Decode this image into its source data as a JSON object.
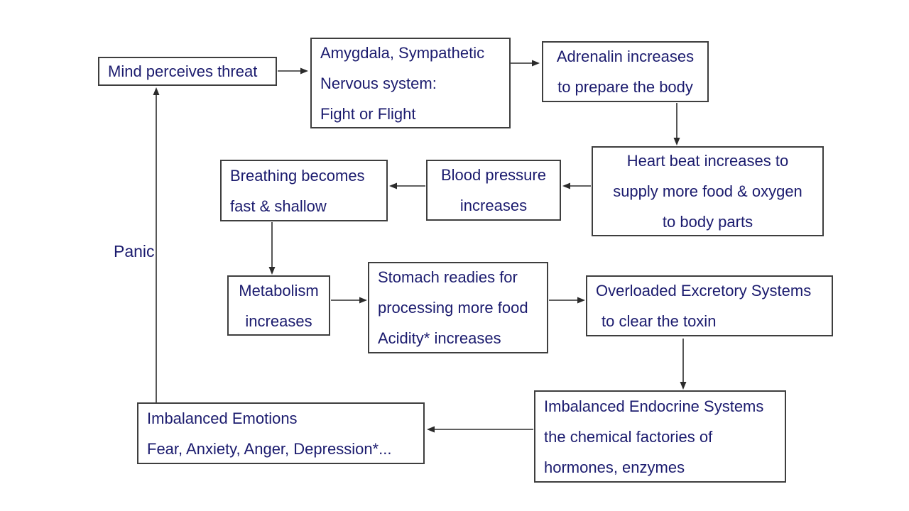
{
  "colors": {
    "text": "#1b1b6e",
    "box_border": "#3e3e3e",
    "arrow": "#2b2b2b",
    "background": "#ffffff"
  },
  "nodes": {
    "mind": {
      "lines": [
        "Mind perceives threat"
      ]
    },
    "amygdala": {
      "lines": [
        "Amygdala, Sympathetic",
        "Nervous system:",
        "Fight or Flight"
      ]
    },
    "adrenalin": {
      "lines": [
        "Adrenalin increases",
        "to prepare the body"
      ]
    },
    "heart": {
      "lines": [
        "Heart beat increases to",
        "supply more food & oxygen",
        "to body parts"
      ]
    },
    "blood": {
      "lines": [
        "Blood pressure",
        "increases"
      ]
    },
    "breathing": {
      "lines": [
        "Breathing becomes",
        "fast & shallow"
      ]
    },
    "metabolism": {
      "lines": [
        "Metabolism",
        "increases"
      ]
    },
    "stomach": {
      "lines": [
        "Stomach readies for",
        "processing more food",
        "Acidity* increases"
      ]
    },
    "excretory": {
      "lines": [
        "Overloaded Excretory Systems",
        "to clear the toxin"
      ]
    },
    "endocrine": {
      "lines": [
        "Imbalanced Endocrine Systems",
        "the chemical factories of",
        "hormones, enzymes"
      ]
    },
    "emotions": {
      "lines": [
        "Imbalanced Emotions",
        "Fear, Anxiety, Anger, Depression*..."
      ]
    }
  },
  "labels": {
    "panic": "Panic"
  },
  "edges": [
    {
      "from": "mind",
      "to": "amygdala"
    },
    {
      "from": "amygdala",
      "to": "adrenalin"
    },
    {
      "from": "adrenalin",
      "to": "heart"
    },
    {
      "from": "heart",
      "to": "blood"
    },
    {
      "from": "blood",
      "to": "breathing"
    },
    {
      "from": "breathing",
      "to": "metabolism"
    },
    {
      "from": "metabolism",
      "to": "stomach"
    },
    {
      "from": "stomach",
      "to": "excretory"
    },
    {
      "from": "excretory",
      "to": "endocrine"
    },
    {
      "from": "endocrine",
      "to": "emotions"
    },
    {
      "from": "emotions",
      "to": "mind",
      "label": "Panic"
    }
  ]
}
